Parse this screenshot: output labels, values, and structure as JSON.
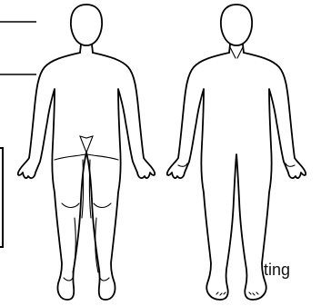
{
  "labels": {
    "cropped_text": "ting"
  },
  "figures": [
    {
      "view": "back",
      "icon": "human-body-back-outline-icon"
    },
    {
      "view": "front",
      "icon": "human-body-front-outline-icon"
    }
  ],
  "colors": {
    "ink": "#000000",
    "background": "#ffffff"
  }
}
